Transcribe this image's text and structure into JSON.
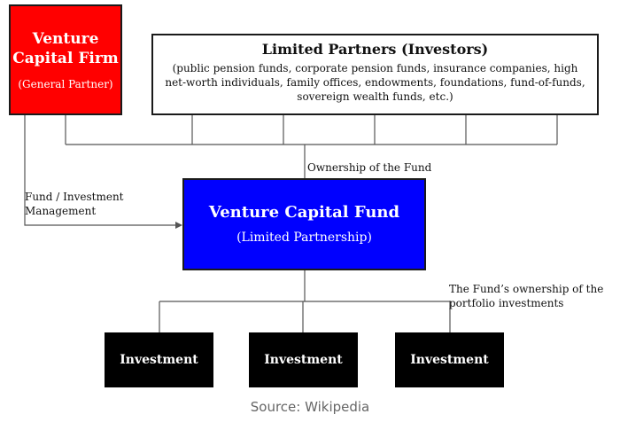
{
  "vc_firm": {
    "title": "Venture Capital Firm",
    "subtitle": "(General Partner)"
  },
  "limited_partners": {
    "title": "Limited Partners (Investors)",
    "description": "(public pension funds, corporate pension funds, insurance companies, high net-worth individuals, family offices, endowments, foundations, fund-of-funds, sovereign wealth funds, etc.)"
  },
  "fund": {
    "title": "Venture Capital Fund",
    "subtitle": "(Limited Partnership)"
  },
  "labels": {
    "ownership": "Ownership of the Fund",
    "management": "Fund / Investment Management",
    "portfolio": "The Fund’s ownership of the portfolio investments"
  },
  "investments": [
    "Investment",
    "Investment",
    "Investment"
  ],
  "source": "Source: Wikipedia",
  "colors": {
    "vc_firm": "#ff0000",
    "fund": "#0000ff",
    "investment": "#000000"
  }
}
